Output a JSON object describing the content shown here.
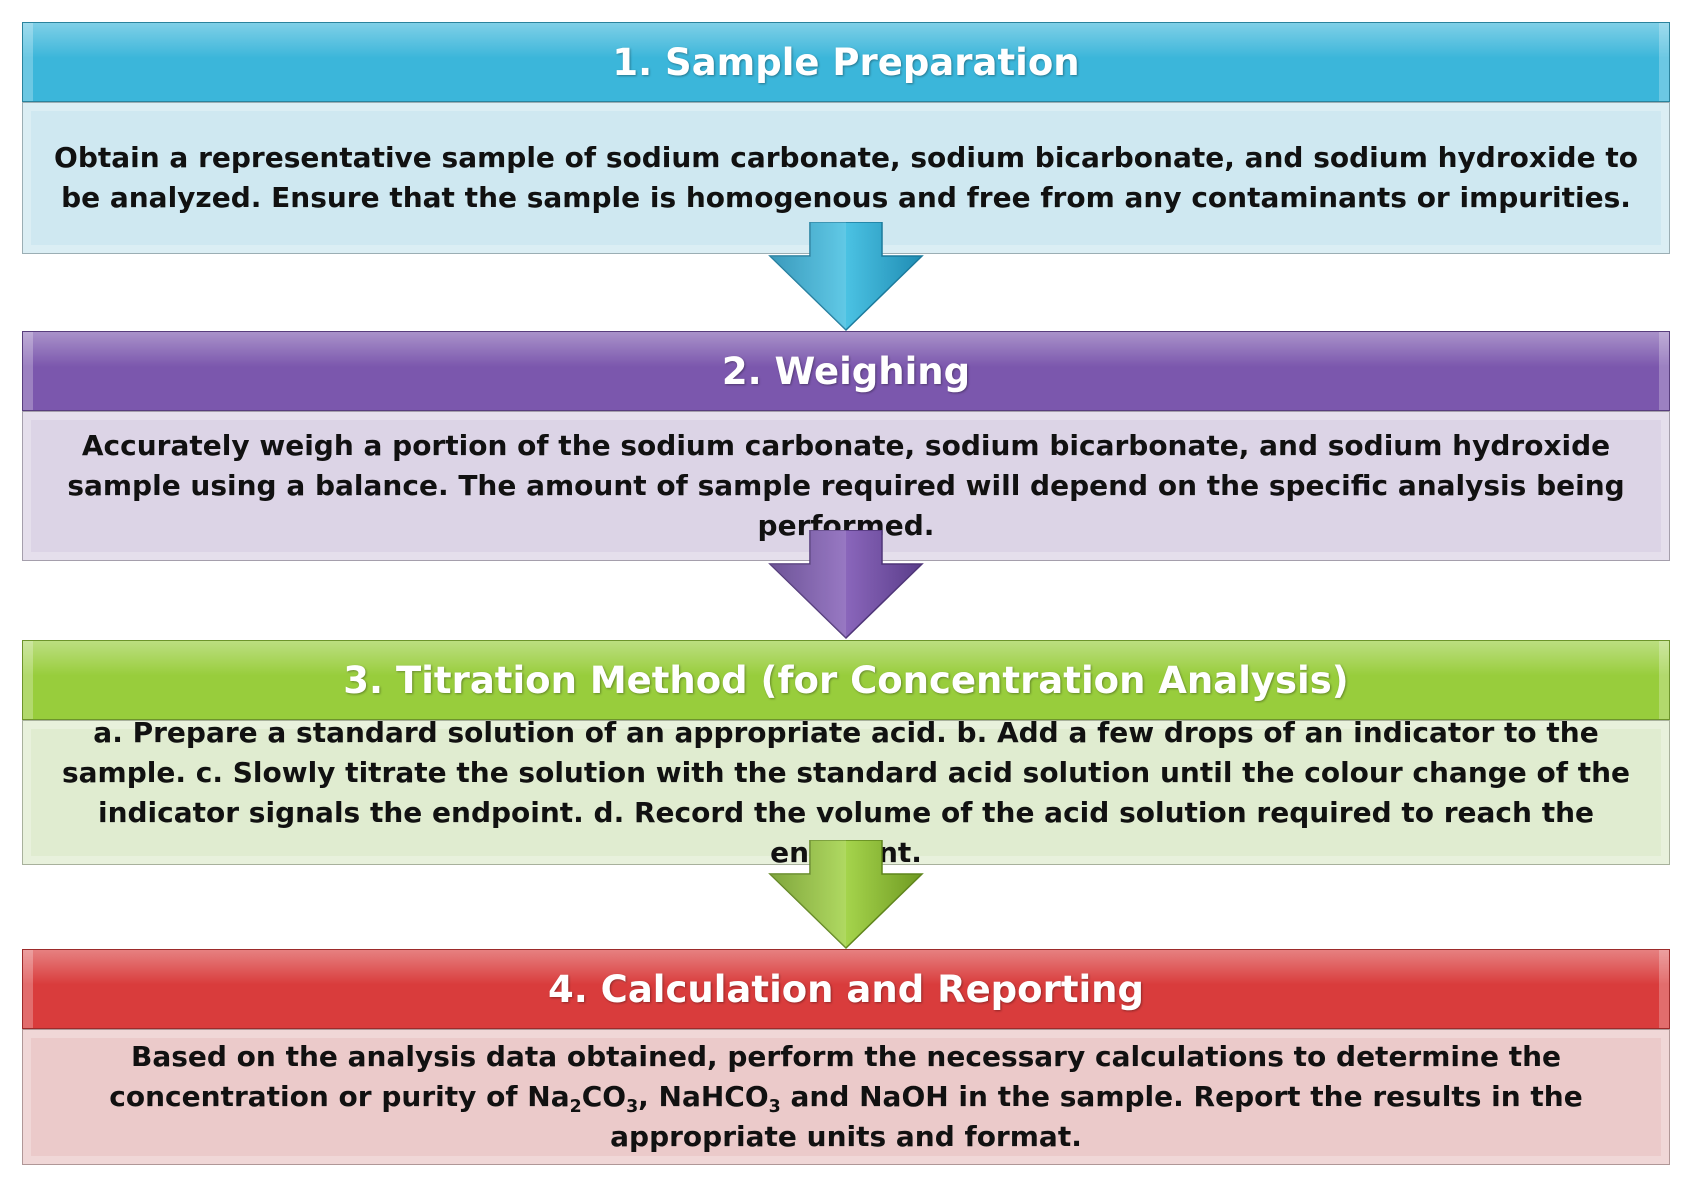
{
  "colors": {
    "step1_header": "#3bb6da",
    "step1_body": "#cfe8f1",
    "step2_header": "#7b57ad",
    "step2_body": "#dcd4e6",
    "step3_header": "#98cd3c",
    "step3_body": "#e0ecd0",
    "step4_header": "#d93c3c",
    "step4_body": "#ebcaca"
  },
  "steps": [
    {
      "title": "1. Sample Preparation",
      "body": "Obtain a representative sample of sodium carbonate, sodium bicarbonate, and sodium hydroxide to be analyzed. Ensure that the sample is homogenous and free from any contaminants or impurities."
    },
    {
      "title": "2. Weighing",
      "body": "Accurately weigh a portion of the sodium carbonate, sodium bicarbonate, and sodium hydroxide sample using a balance. The amount of sample required will depend on the specific analysis being performed."
    },
    {
      "title": "3. Titration Method (for Concentration Analysis)",
      "body": "a. Prepare a standard solution of an appropriate acid. b. Add a few drops of an indicator to the sample. c. Slowly titrate the solution with the standard acid solution until the colour change of the indicator signals the endpoint. d. Record the volume of the acid solution required to reach the endpoint."
    },
    {
      "title": "4. Calculation and Reporting",
      "body_part1": "Based on the analysis data obtained, perform the necessary calculations to determine the concentration or purity of Na",
      "body_sub1": "2",
      "body_part2": "CO",
      "body_sub2": "3",
      "body_part3": ", NaHCO",
      "body_sub3": "3",
      "body_part4": " and NaOH in the sample. Report the results in the appropriate units and format."
    }
  ]
}
